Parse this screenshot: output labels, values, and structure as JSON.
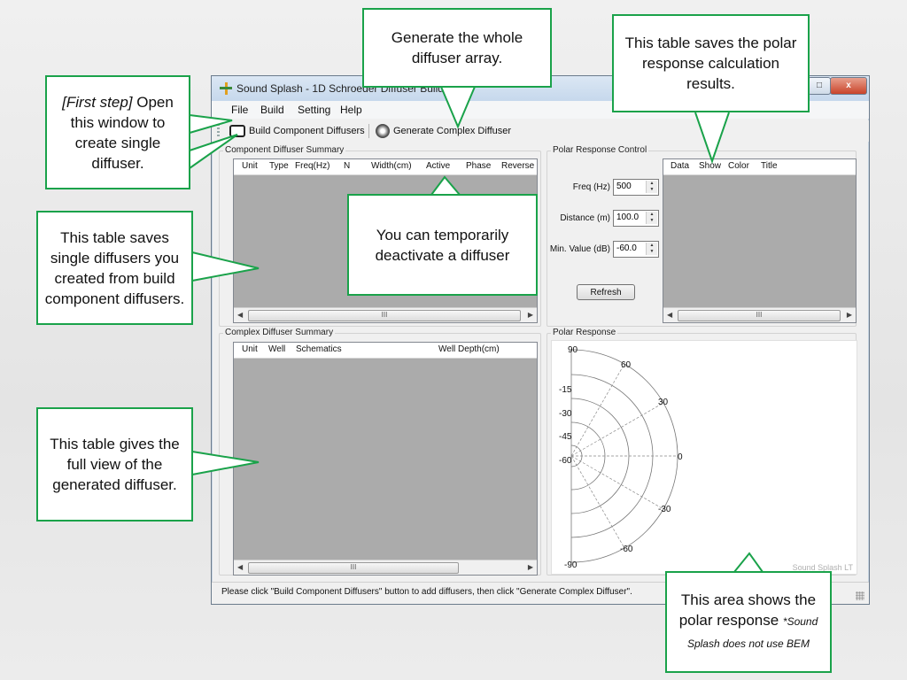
{
  "window": {
    "title": "Sound Splash - 1D Schroeder Diffuser Builder",
    "controls": {
      "minimize": "–",
      "maximize": "□",
      "close": "x"
    }
  },
  "menu": [
    "File",
    "Build",
    "Setting",
    "Help"
  ],
  "toolbar": {
    "build_label": "Build Component Diffusers",
    "generate_label": "Generate Complex Diffuser"
  },
  "component_summary": {
    "title": "Component Diffuser Summary",
    "columns": [
      "Unit",
      "Type",
      "Freq(Hz)",
      "N",
      "Width(cm)",
      "Active",
      "Phase",
      "Reverse"
    ]
  },
  "polar_control": {
    "title": "Polar Response Control",
    "freq_label": "Freq (Hz)",
    "freq_value": "500",
    "distance_label": "Distance (m)",
    "distance_value": "100.0",
    "minval_label": "Min. Value (dB)",
    "minval_value": "-60.0",
    "refresh_label": "Refresh"
  },
  "results_table": {
    "columns": [
      "Data",
      "Show",
      "Color",
      "Title"
    ]
  },
  "complex_summary": {
    "title": "Complex Diffuser Summary",
    "columns": [
      "Unit",
      "Well",
      "Schematics",
      "Well Depth(cm)"
    ]
  },
  "polar_response": {
    "title": "Polar Response",
    "angle_labels": [
      "90",
      "60",
      "30",
      "0",
      "-30",
      "-60",
      "-90"
    ],
    "db_labels": [
      "-15",
      "-30",
      "-45",
      "-60"
    ],
    "watermark": "Sound Splash LT"
  },
  "scroll_thumb": "III",
  "status": "Please click \"Build Component Diffusers\" button to add diffusers, then click \"Generate Complex Diffuser\".",
  "callouts": {
    "generate": "Generate the whole diffuser array.",
    "polar_table": "This table saves the polar response calculation results.",
    "first_step_em": "[First step]",
    "first_step_rest": " Open this window to create single diffuser.",
    "single_table": "This table saves single diffusers you created from build component diffusers.",
    "deactivate": "You can temporarily deactivate a diffuser",
    "full_view": "This table gives the full view of the generated diffuser.",
    "polar_area_main": "This area shows the polar response ",
    "polar_area_note": "*Sound Splash does not use BEM"
  },
  "colors": {
    "callout_border": "#1aa24a",
    "listview_bg": "#ababab"
  }
}
